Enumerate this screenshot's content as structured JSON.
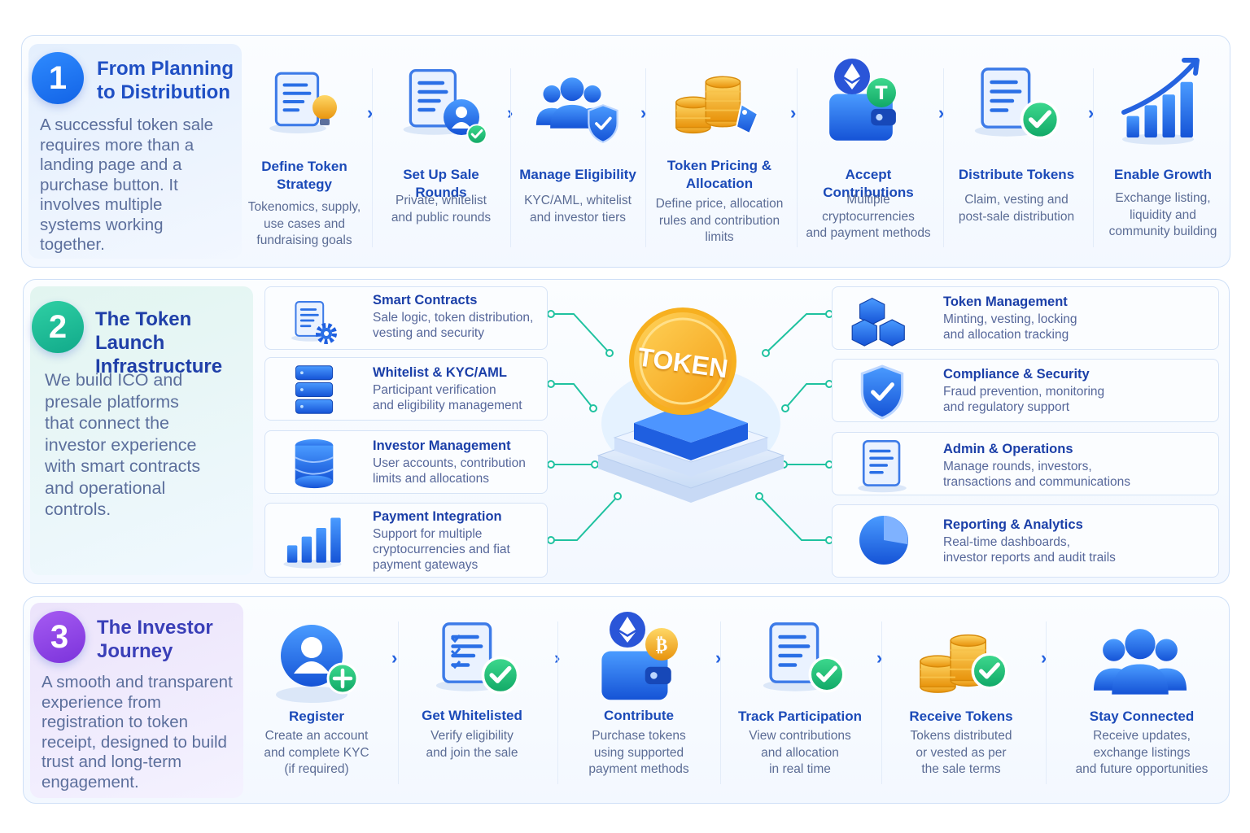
{
  "section1": {
    "number": "1",
    "title_lines": [
      "From Planning",
      "to Distribution"
    ],
    "desc_lines": [
      "A successful token sale",
      "requires more than a",
      "landing page and a",
      "purchase button. It",
      "involves multiple",
      "systems working",
      "together."
    ],
    "steps": [
      {
        "title_lines": [
          "Define Token",
          "Strategy"
        ],
        "desc_lines": [
          "Tokenomics, supply,",
          "use cases and",
          "fundraising goals"
        ]
      },
      {
        "title_lines": [
          "Set Up Sale Rounds"
        ],
        "desc_lines": [
          "Private, whitelist",
          "and public rounds"
        ]
      },
      {
        "title_lines": [
          "Manage Eligibility"
        ],
        "desc_lines": [
          "KYC/AML, whitelist",
          "and investor tiers"
        ]
      },
      {
        "title_lines": [
          "Token Pricing &",
          "Allocation"
        ],
        "desc_lines": [
          "Define price, allocation",
          "rules and contribution",
          "limits"
        ]
      },
      {
        "title_lines": [
          "Accept Contributions"
        ],
        "desc_lines": [
          "Multiple cryptocurrencies",
          "and payment methods"
        ]
      },
      {
        "title_lines": [
          "Distribute Tokens"
        ],
        "desc_lines": [
          "Claim, vesting and",
          "post-sale distribution"
        ]
      },
      {
        "title_lines": [
          "Enable Growth"
        ],
        "desc_lines": [
          "Exchange listing,",
          "liquidity and",
          "community building"
        ]
      }
    ]
  },
  "section2": {
    "number": "2",
    "title_lines": [
      "The Token Launch",
      "Infrastructure"
    ],
    "desc_lines": [
      "We build ICO and",
      "presale platforms",
      "that connect the",
      "investor experience",
      "with smart contracts",
      "and operational",
      "controls."
    ],
    "coin_label": "TOKEN",
    "left_cards": [
      {
        "title": "Smart Contracts",
        "desc_lines": [
          "Sale logic, token distribution,",
          "vesting and security"
        ]
      },
      {
        "title": "Whitelist & KYC/AML",
        "desc_lines": [
          "Participant verification",
          "and eligibility management"
        ]
      },
      {
        "title": "Investor Management",
        "desc_lines": [
          "User accounts, contribution",
          "limits and allocations"
        ]
      },
      {
        "title": "Payment Integration",
        "desc_lines": [
          "Support for multiple",
          "cryptocurrencies and fiat",
          "payment gateways"
        ]
      }
    ],
    "right_cards": [
      {
        "title": "Token Management",
        "desc_lines": [
          "Minting, vesting, locking",
          "and allocation tracking"
        ]
      },
      {
        "title": "Compliance & Security",
        "desc_lines": [
          "Fraud prevention, monitoring",
          "and regulatory support"
        ]
      },
      {
        "title": "Admin & Operations",
        "desc_lines": [
          "Manage rounds, investors,",
          "transactions and communications"
        ]
      },
      {
        "title": "Reporting & Analytics",
        "desc_lines": [
          "Real-time dashboards,",
          "investor reports and audit trails"
        ]
      }
    ]
  },
  "section3": {
    "number": "3",
    "title_lines": [
      "The Investor",
      "Journey"
    ],
    "desc_lines": [
      "A smooth and transparent",
      "experience from",
      "registration to token",
      "receipt, designed to build",
      "trust and long-term",
      "engagement."
    ],
    "steps": [
      {
        "title_lines": [
          "Register"
        ],
        "desc_lines": [
          "Create an account",
          "and complete KYC",
          "(if required)"
        ]
      },
      {
        "title_lines": [
          "Get Whitelisted"
        ],
        "desc_lines": [
          "Verify eligibility",
          "and join the sale"
        ]
      },
      {
        "title_lines": [
          "Contribute"
        ],
        "desc_lines": [
          "Purchase tokens",
          "using supported",
          "payment methods"
        ]
      },
      {
        "title_lines": [
          "Track Participation"
        ],
        "desc_lines": [
          "View contributions",
          "and allocation",
          "in real time"
        ]
      },
      {
        "title_lines": [
          "Receive Tokens"
        ],
        "desc_lines": [
          "Tokens distributed",
          "or vested as per",
          "the sale terms"
        ]
      },
      {
        "title_lines": [
          "Stay Connected"
        ],
        "desc_lines": [
          "Receive updates,",
          "exchange listings",
          "and future opportunities"
        ]
      }
    ]
  },
  "colors": {
    "primary": "#1f4fc4",
    "teal": "#22c3a0",
    "purple": "#8a3fe0",
    "gold": "#f6b51e",
    "green": "#1fbf7a"
  }
}
